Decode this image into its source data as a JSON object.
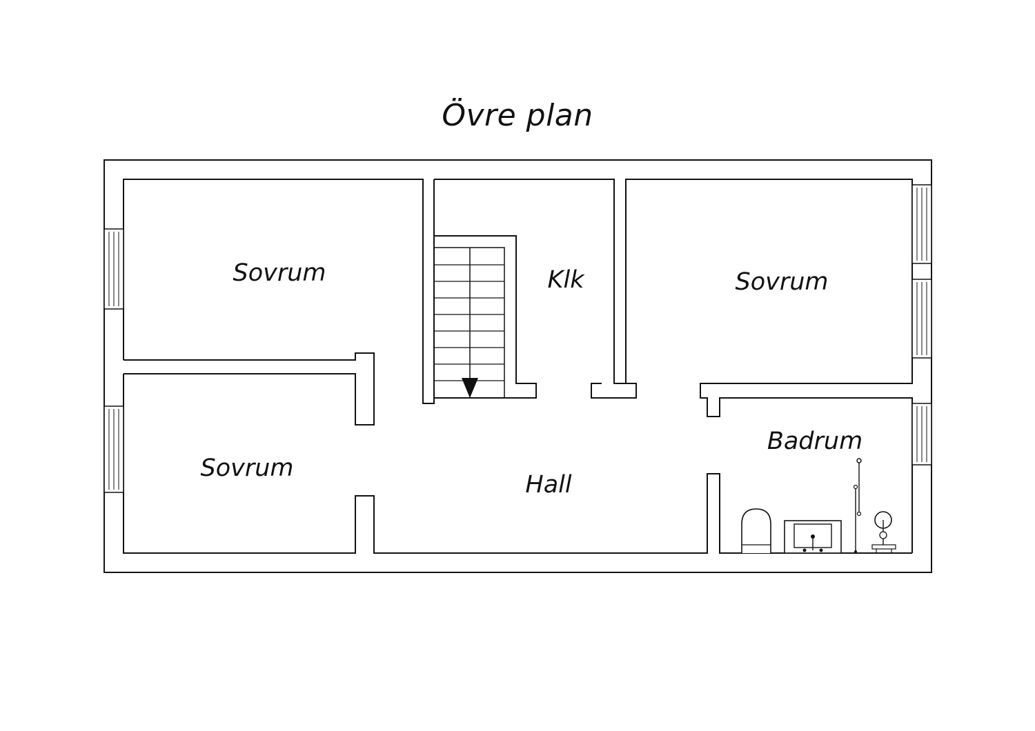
{
  "floor_title": "Övre plan",
  "rooms": {
    "bedroom_1": "Sovrum",
    "bedroom_2": "Sovrum",
    "bedroom_3": "Sovrum",
    "closet": "Klk",
    "hall": "Hall",
    "bathroom": "Badrum"
  },
  "colors": {
    "line": "#111111",
    "background": "#ffffff"
  },
  "icons": [
    "stair-arrow-icon",
    "toilet-icon",
    "sink-icon",
    "shower-icon",
    "washbasin-icon"
  ]
}
